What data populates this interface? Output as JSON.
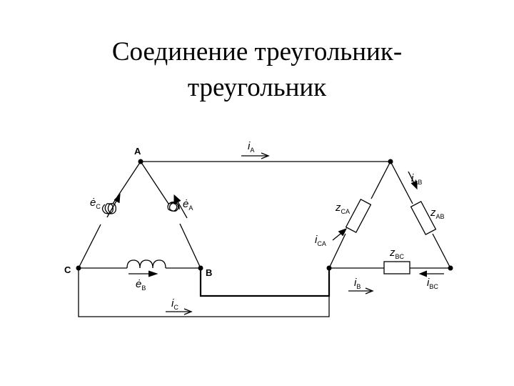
{
  "title": {
    "line1": "Соединение треугольник-",
    "line2": "треугольник"
  },
  "nodes": {
    "a": "A",
    "b": "B",
    "c": "C"
  },
  "currents": {
    "ia": {
      "sym": "i",
      "sub": "A"
    },
    "ib": {
      "sym": "i",
      "sub": "B"
    },
    "ic": {
      "sym": "i",
      "sub": "C"
    },
    "iab": {
      "sym": "i",
      "sub": "AB"
    },
    "ibc": {
      "sym": "i",
      "sub": "BC"
    },
    "ica": {
      "sym": "i",
      "sub": "CA"
    }
  },
  "emfs": {
    "ea": {
      "sym": "ė",
      "sub": "A"
    },
    "eb": {
      "sym": "ė",
      "sub": "B"
    },
    "ec": {
      "sym": "ė",
      "sub": "C"
    }
  },
  "impedances": {
    "zab": {
      "sym": "z",
      "sub": "AB"
    },
    "zbc": {
      "sym": "z",
      "sub": "BC"
    },
    "zca": {
      "sym": "z",
      "sub": "CA"
    }
  }
}
